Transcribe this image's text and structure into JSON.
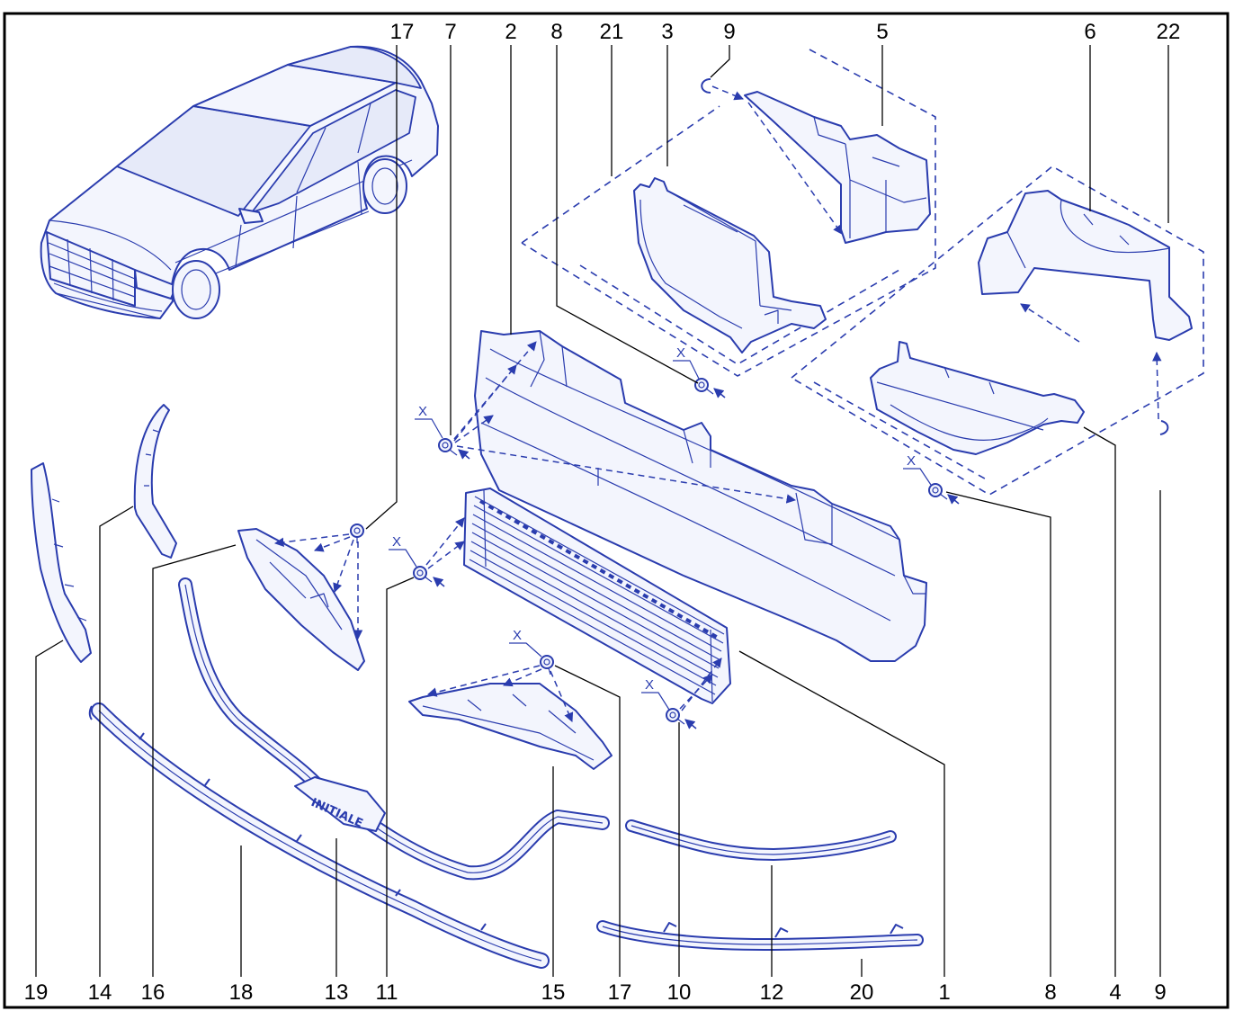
{
  "callouts": {
    "top": [
      "17",
      "7",
      "2",
      "8",
      "21",
      "3",
      "9",
      "5",
      "6",
      "22"
    ],
    "bottom": [
      "19",
      "14",
      "16",
      "18",
      "13",
      "11",
      "15",
      "17",
      "10",
      "12",
      "20",
      "1",
      "8",
      "4",
      "9"
    ]
  },
  "fastener_marker": "X",
  "part_logo_text": "INITIALE",
  "colors": {
    "part_line": "#2a3cae",
    "part_fill": "#f3f5fd",
    "leader_line": "#000000",
    "frame": "#000000"
  }
}
